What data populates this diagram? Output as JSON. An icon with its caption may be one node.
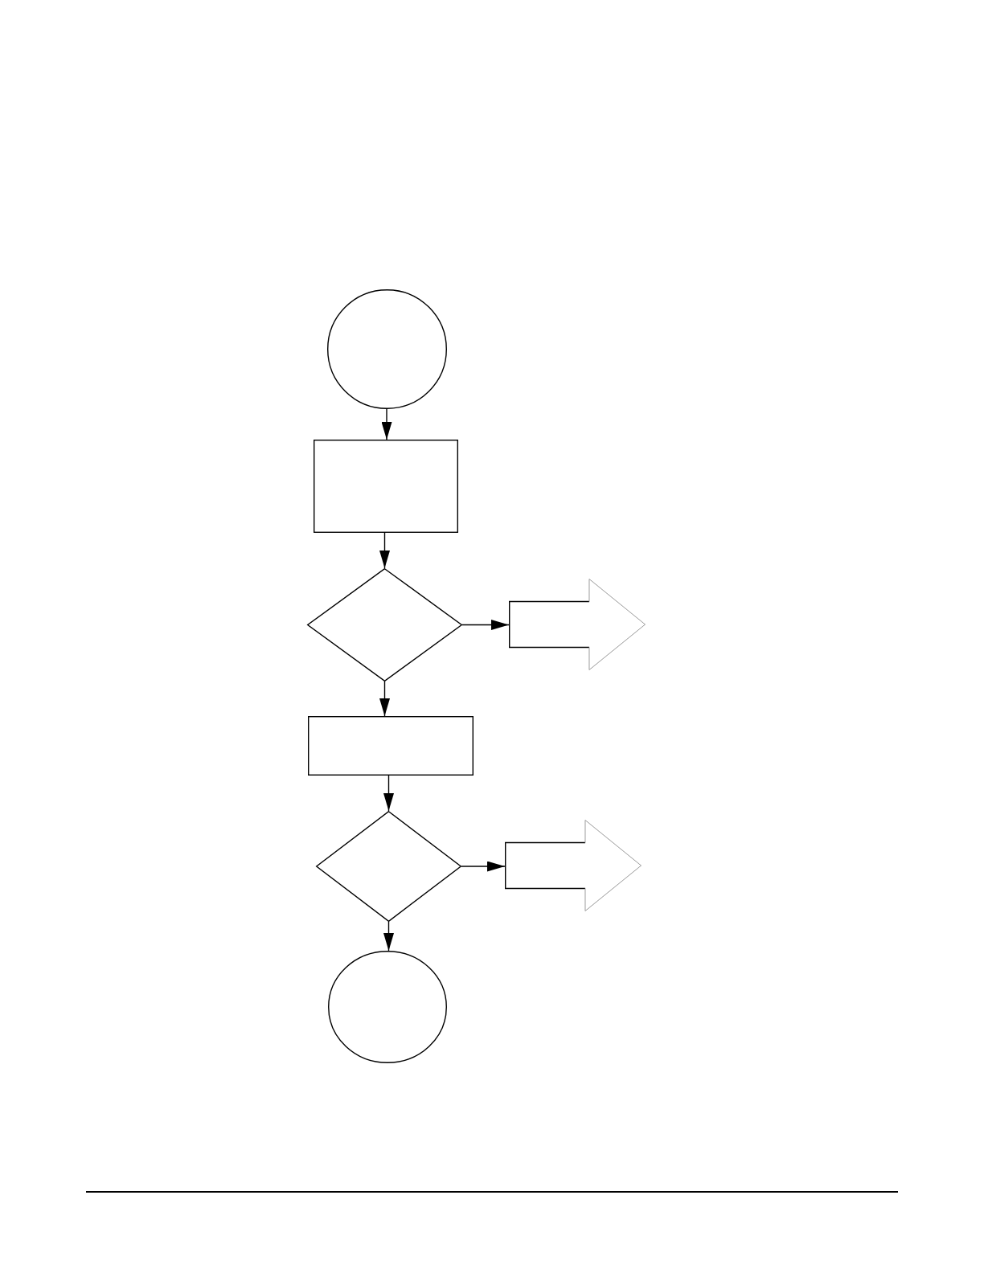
{
  "diagram": {
    "nodes": [
      {
        "text": [],
        "shape": "circle"
      },
      {
        "text": [],
        "shape": "box"
      },
      {
        "text": [],
        "shape": "diamond"
      },
      {
        "text": [],
        "shape": "arrow"
      },
      {
        "text": [],
        "shape": "box"
      },
      {
        "text": [],
        "shape": "diamond"
      },
      {
        "text": [],
        "shape": "arrow"
      },
      {
        "text": [],
        "shape": "circle"
      }
    ],
    "edges": [
      {
        "from": 0,
        "to": 1,
        "arrow": "to"
      },
      {
        "from": 1,
        "to": 2,
        "arrow": "to"
      },
      {
        "from": 2,
        "to": 3,
        "arrow": "to"
      },
      {
        "from": 2,
        "to": 4,
        "arrow": "to"
      },
      {
        "from": 4,
        "to": 5,
        "arrow": "to"
      },
      {
        "from": 5,
        "to": 6,
        "arrow": "to"
      },
      {
        "from": 5,
        "to": 7,
        "arrow": "to"
      }
    ]
  }
}
